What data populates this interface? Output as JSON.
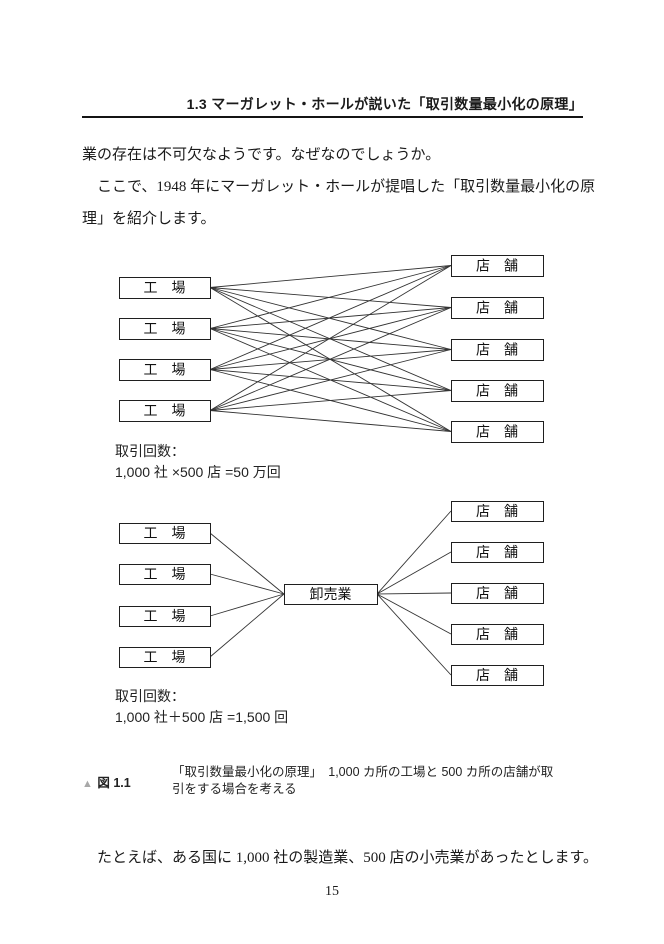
{
  "header": {
    "title": "1.3 マーガレット・ホールが説いた「取引数量最小化の原理」"
  },
  "intro": {
    "lines": [
      "業の存在は不可欠なようです。なぜなのでしょうか。",
      "　ここで、1948 年にマーガレット・ホールが提唱した「取引数量最小化の原",
      "理」を紹介します。"
    ]
  },
  "diagram_direct": {
    "factory_label": "工　場",
    "store_label": "店　舗",
    "factory_count": 4,
    "store_count": 5,
    "result_label": "取引回数：",
    "result_formula": "1,000 社 ×500 店 =50 万回"
  },
  "diagram_wholesale": {
    "factory_label": "工　場",
    "wholesaler_label": "卸売業",
    "store_label": "店　舗",
    "factory_count": 4,
    "store_count": 5,
    "result_label": "取引回数：",
    "result_formula": "1,000 社＋500 店 =1,500 回"
  },
  "caption": {
    "marker": "▲",
    "figure_label": "図 1.1",
    "lines": [
      "「取引数量最小化の原理」　1,000 カ所の工場と 500 カ所の店舗が取",
      "引をする場合を考える"
    ]
  },
  "closing": {
    "paragraph": "　たとえば、ある国に 1,000 社の製造業、500 店の小売業があったとします。"
  },
  "footer": {
    "page_number": "15"
  }
}
